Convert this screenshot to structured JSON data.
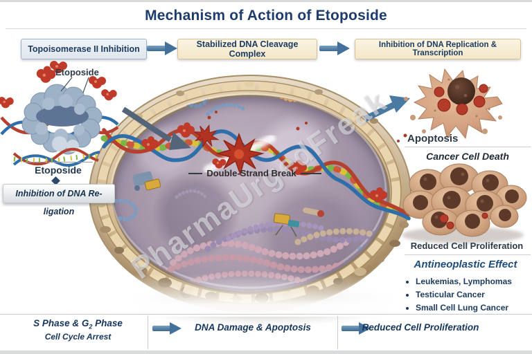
{
  "title": "Mechanism of Action of Etoposide",
  "top_flow": {
    "steps": [
      {
        "label": "Topoisomerase II Inhibition"
      },
      {
        "label": "Stabilized DNA Cleavage Complex"
      },
      {
        "label": "Inhibition of DNA Replication & Transcription"
      }
    ]
  },
  "left_panel": {
    "etoposide_top_label": "Etoposide",
    "etoposide_bottom_label": "Etoposide",
    "religation_label": "Inhibition of DNA Re-ligation"
  },
  "cell": {
    "double_strand_break_label": "Double-Strand Break"
  },
  "right_panel": {
    "apoptosis_label": "Apoptosis",
    "cancer_cell_death_label": "Cancer Cell Death",
    "reduced_proliferation_label": "Reduced Cell Proliferation",
    "antineoplastic_title": "Antineoplastic Effect",
    "indications": [
      "Leukemias, Lymphomas",
      "Testicular Cancer",
      "Small Cell Lung Cancer"
    ]
  },
  "bottom_flow": {
    "step1_line1_prefix": "S Phase & G",
    "step1_line1_sub": "2",
    "step1_line1_suffix": " Phase",
    "step1_line2": "Cell Cycle Arrest",
    "step2": "DNA Damage & Apoptosis",
    "step3": "Reduced Cell Proliferation"
  },
  "watermark": "PharmaUrgedFreak",
  "colors": {
    "title_text": "#1d3c6d",
    "flow_text": "#1b3a5f",
    "box_blue_bg": "#e9eef4",
    "box_cream_bg": "#f8efd9",
    "arrow_blue": "#44719c",
    "dna_red": "#b5402e",
    "dna_blue": "#2f6ea8",
    "etoposide_red": "#bf3a28",
    "cell_rim_tan": "#d6bd97",
    "cytoplasm_purple": "#a99bac"
  }
}
